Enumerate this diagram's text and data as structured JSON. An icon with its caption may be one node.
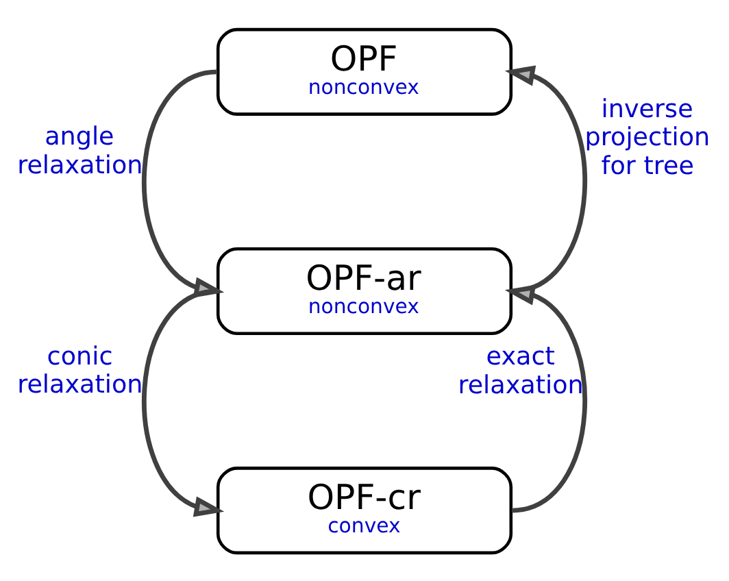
{
  "diagram": {
    "nodes": [
      {
        "text": [
          "OPF",
          "nonconvex"
        ]
      },
      {
        "text": [
          "OPF-ar",
          "nonconvex"
        ]
      },
      {
        "text": [
          "OPF-cr",
          "convex"
        ]
      }
    ],
    "edges": [
      {
        "from": 0,
        "to": 1,
        "arrow": "to",
        "label": "angle relaxation"
      },
      {
        "from": 1,
        "to": 0,
        "arrow": "to",
        "label": "inverse projection for tree"
      },
      {
        "from": 1,
        "to": 2,
        "arrow": "to",
        "label": "conic relaxation"
      },
      {
        "from": 2,
        "to": 1,
        "arrow": "to",
        "label": "exact relaxation"
      }
    ]
  }
}
